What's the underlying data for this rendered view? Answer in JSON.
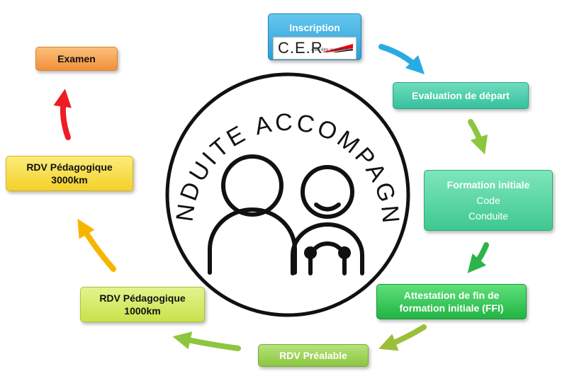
{
  "center": {
    "title": "CONDUITE ACCOMPAGNÉE"
  },
  "steps": {
    "inscription": {
      "label": "Inscription",
      "logo_text": "C.E.R",
      "logo_tagline": "c'est être responsable"
    },
    "evaluation": {
      "label": "Evaluation de départ"
    },
    "formation": {
      "label": "Formation initiale",
      "items": [
        "Code",
        "Conduite"
      ]
    },
    "attestation": {
      "line1": "Attestation de fin de",
      "line2": "formation initiale (FFI)"
    },
    "rdv_prealable": {
      "label": "RDV Préalable"
    },
    "rdv_1000": {
      "line1": "RDV Pédagogique",
      "line2": "1000km"
    },
    "rdv_3000": {
      "line1": "RDV Pédagogique",
      "line2": "3000km"
    },
    "examen": {
      "label": "Examen"
    }
  },
  "colors": {
    "inscription": "#2a9fd6",
    "evaluation": "#35c19c",
    "formation": "#3ec890",
    "attestation": "#22b444",
    "rdv_prealable": "#8cc640",
    "rdv_1000": "#c8e24c",
    "rdv_3000": "#f3d12a",
    "examen": "#f0913a",
    "arrow_blue": "#29abe2",
    "arrow_lime": "#8cc63f",
    "arrow_green": "#2db34a",
    "arrow_olive": "#9cbf3a",
    "arrow_yellow": "#f7b500",
    "arrow_red": "#ee1c24",
    "logo_red": "#e30613"
  },
  "icons": [
    "circle-emblem",
    "adult-figure-icon",
    "child-figure-icon",
    "logo-stripe-icon"
  ]
}
